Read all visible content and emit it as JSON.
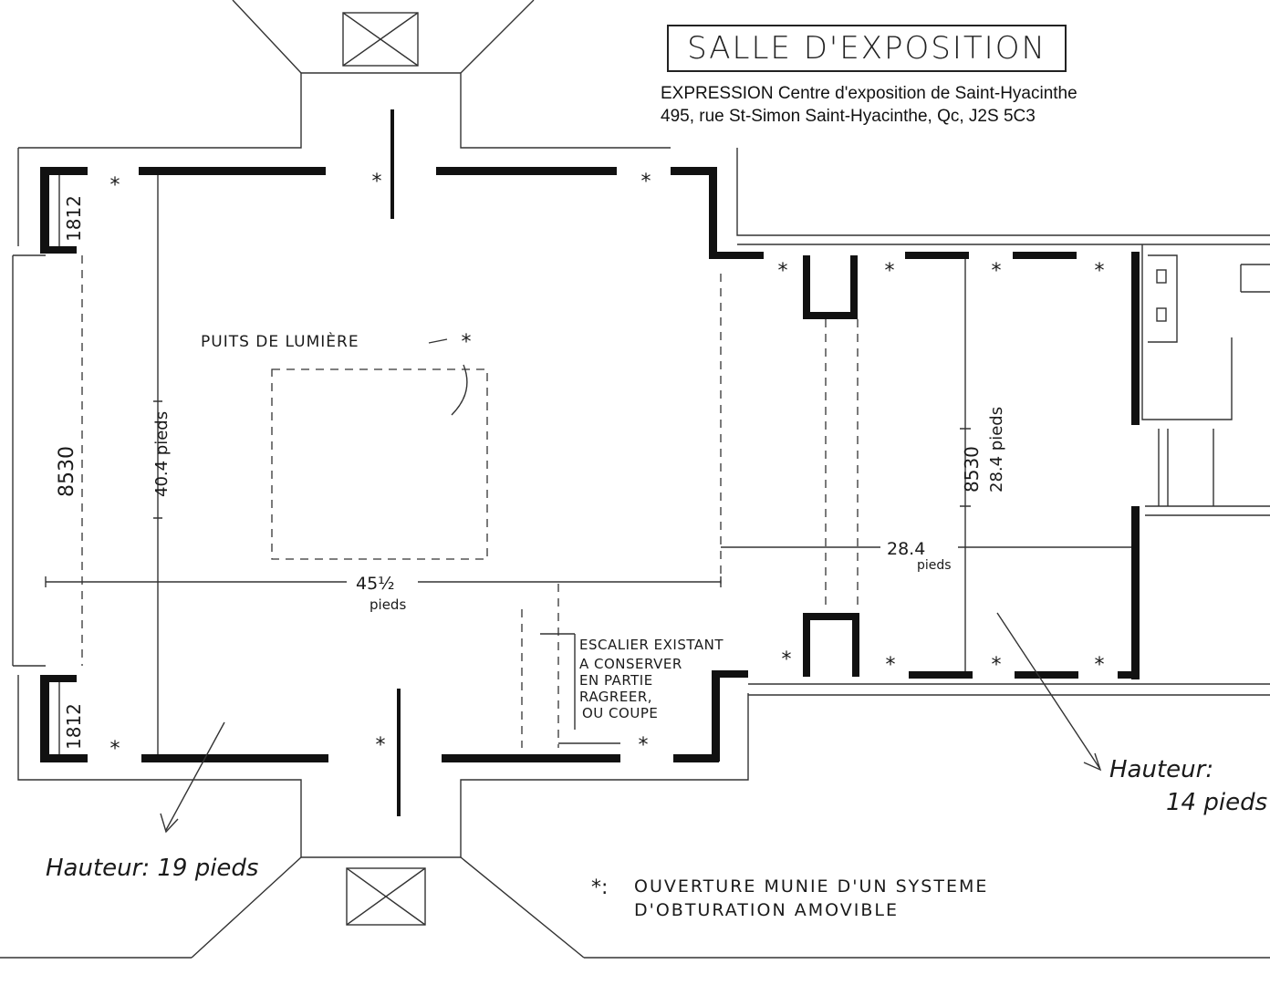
{
  "title": "SALLE D'EXPOSITION",
  "address_line1": "EXPRESSION Centre d'exposition de Saint-Hyacinthe",
  "address_line2": "495, rue St-Simon Saint-Hyacinthe, Qc, J2S 5C3",
  "labels": {
    "puits": "PUITS DE LUMIÈRE",
    "dim_1812_top": "1812",
    "dim_1812_bottom": "1812",
    "dim_8530_left": "8530",
    "dim_404": "40.4 pieds",
    "dim_455": "45½",
    "dim_455_unit": "pieds",
    "dim_8530_right": "8530",
    "dim_284_vert": "28.4 pieds",
    "dim_284_horiz": "28.4",
    "dim_284_horiz_unit": "pieds",
    "escalier_1": "ESCALIER EXISTANT",
    "escalier_2": "A CONSERVER",
    "escalier_3": "EN PARTIE",
    "escalier_4": "RAGREER,",
    "escalier_5": "OU COUPE",
    "hauteur_left": "Hauteur: 19 pieds",
    "hauteur_right_1": "Hauteur:",
    "hauteur_right_2": "14 pieds",
    "legend_symbol": "*:",
    "legend_1": "OUVERTURE MUNIE D'UN SYSTEME",
    "legend_2": "D'OBTURATION AMOVIBLE"
  }
}
